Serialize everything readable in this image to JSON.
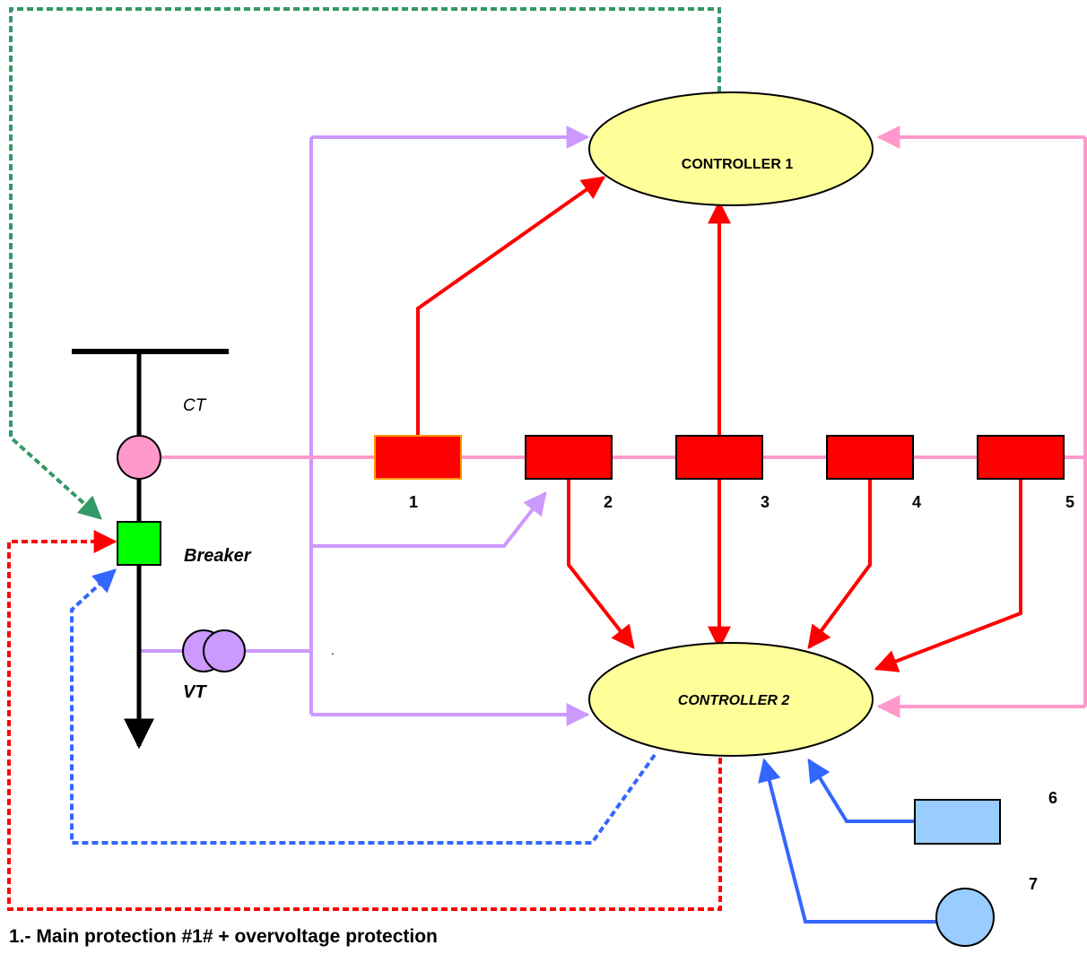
{
  "controllers": {
    "c1": "CONTROLLER 1",
    "c2": "CONTROLLER 2"
  },
  "equipment": {
    "ct": "CT",
    "breaker": "Breaker",
    "vt": "VT"
  },
  "relays": [
    "1",
    "2",
    "3",
    "4",
    "5"
  ],
  "inputs": {
    "rect": "6",
    "circle": "7"
  },
  "stray_mark": ".",
  "caption": "1.- Main protection #1# + overvoltage protection",
  "colors": {
    "red": "#ff0000",
    "pink": "#ff99cc",
    "purple": "#cc99ff",
    "blue": "#3366ff",
    "green": "#339966",
    "controller_fill": "#ffff99",
    "breaker_fill": "#00ff00",
    "input_fill": "#99ccff"
  }
}
